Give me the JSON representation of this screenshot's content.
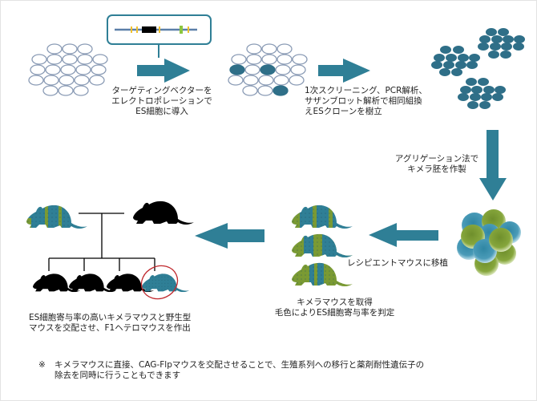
{
  "colors": {
    "teal": "#2f7f96",
    "green": "#7a9a33",
    "cell_outline": "#8a9bb5",
    "black": "#000000",
    "highlight_circle": "#c0282d",
    "vector_line": "#5b7fa8",
    "vector_yellow": "#f2c12e",
    "vector_green": "#8cc63f"
  },
  "steps": {
    "electroporation": {
      "lines": [
        "ターゲティングベクターを",
        "エレクトロポレーションで",
        "ES細胞に導入"
      ]
    },
    "screening": {
      "lines": [
        "1次スクリーニング、PCR解析、",
        "サザンブロット解析で相同組換",
        "えESクローンを樹立"
      ]
    },
    "aggregation": {
      "lines": [
        "アグリゲーション法で",
        "キメラ胚を作製"
      ]
    },
    "transplant": {
      "label": "レシピエントマウスに移植"
    },
    "chimera": {
      "lines": [
        "キメラマウスを取得",
        "毛色によりES細胞寄与率を判定"
      ]
    },
    "crossing": {
      "lines": [
        "ES細胞寄与率の高いキメラマウスと野生型",
        "マウスを交配させ、F1ヘテロマウスを作出"
      ]
    }
  },
  "note": {
    "mark": "※",
    "lines": [
      "キメラマウスに直接、CAG-Flpマウスを交配させることで、生殖系列への移行と薬剤耐性遺伝子の",
      "除去を同時に行うこともできます"
    ]
  }
}
